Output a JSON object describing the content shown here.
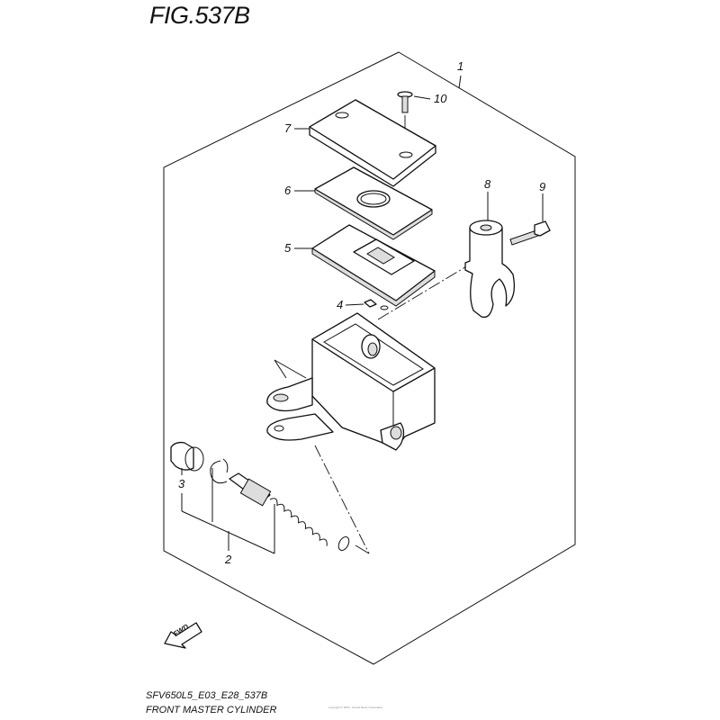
{
  "figure": {
    "title": "FIG.537B",
    "model_code": "SFV650L5_E03_E28_537B",
    "name": "FRONT MASTER CYLINDER",
    "copyright": "Copyright © 2015 - Suzuki Motor Corporation"
  },
  "callouts": [
    "1",
    "2",
    "3",
    "4",
    "5",
    "6",
    "7",
    "8",
    "9",
    "10"
  ],
  "fwd_label": "FWD"
}
